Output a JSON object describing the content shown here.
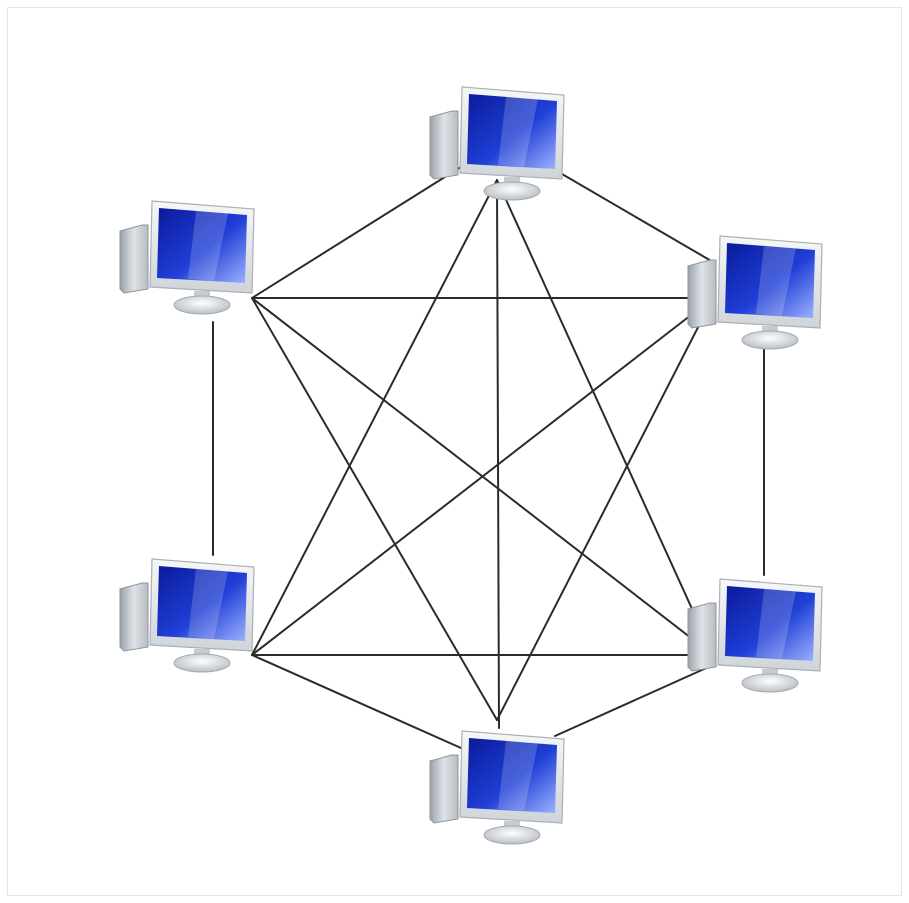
{
  "diagram": {
    "topology": "full-mesh",
    "node_icon": "desktop-computer-icon",
    "colors": {
      "background": "#ffffff",
      "link": "#2b2b2b",
      "screen_dark": "#0a1a9a",
      "screen_light": "#9fb2ff",
      "case": "#c9ced3",
      "bezel": "#e9ecef"
    },
    "nodes": [
      {
        "id": "top"
      },
      {
        "id": "upper-left"
      },
      {
        "id": "upper-right"
      },
      {
        "id": "lower-left"
      },
      {
        "id": "lower-right"
      },
      {
        "id": "bottom"
      }
    ],
    "links": [
      [
        "upper-left",
        "top"
      ],
      [
        "upper-left",
        "upper-right"
      ],
      [
        "upper-left",
        "lower-left"
      ],
      [
        "upper-left",
        "lower-right"
      ],
      [
        "upper-left",
        "bottom"
      ],
      [
        "top",
        "upper-right"
      ],
      [
        "top",
        "lower-left"
      ],
      [
        "top",
        "lower-right"
      ],
      [
        "top",
        "bottom"
      ],
      [
        "upper-right",
        "lower-left"
      ],
      [
        "upper-right",
        "lower-right"
      ],
      [
        "upper-right",
        "bottom"
      ],
      [
        "lower-left",
        "lower-right"
      ],
      [
        "lower-left",
        "bottom"
      ],
      [
        "lower-right",
        "bottom"
      ]
    ]
  }
}
